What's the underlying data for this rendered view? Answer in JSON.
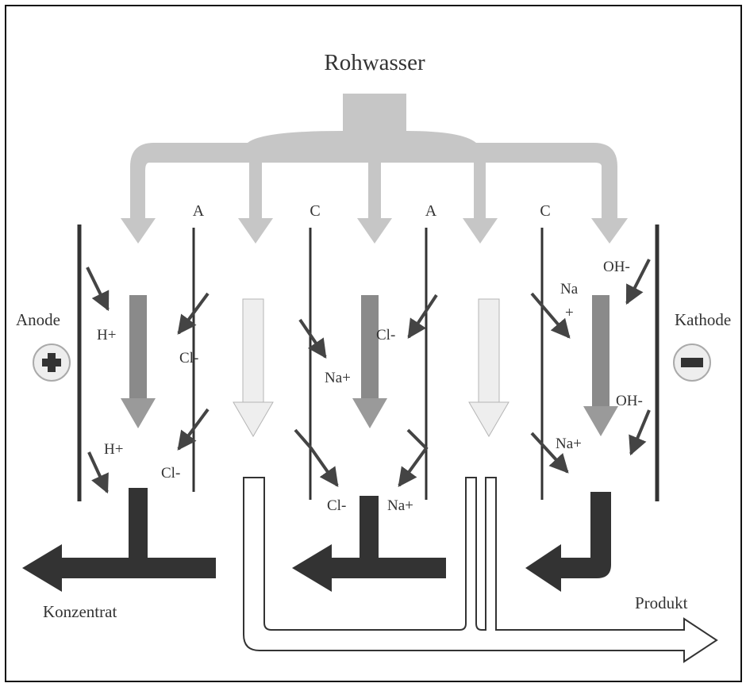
{
  "title": "Rohwasser",
  "electrodes": {
    "anode": "Anode",
    "cathode": "Kathode"
  },
  "membranes": [
    "A",
    "C",
    "A",
    "C"
  ],
  "ions": {
    "h_plus": "H+",
    "cl_minus": "Cl-",
    "na_plus": "Na+",
    "na_plus_stacked_1": "Na",
    "na_plus_stacked_2": "+",
    "oh_minus": "OH-"
  },
  "outputs": {
    "concentrate": "Konzentrat",
    "product": "Produkt"
  },
  "colors": {
    "raw_water": "#c6c6c6",
    "concentrate": "#333333",
    "diluate": "#eeeeee",
    "ion_arrow": "#444444",
    "membrane": "#333333"
  }
}
